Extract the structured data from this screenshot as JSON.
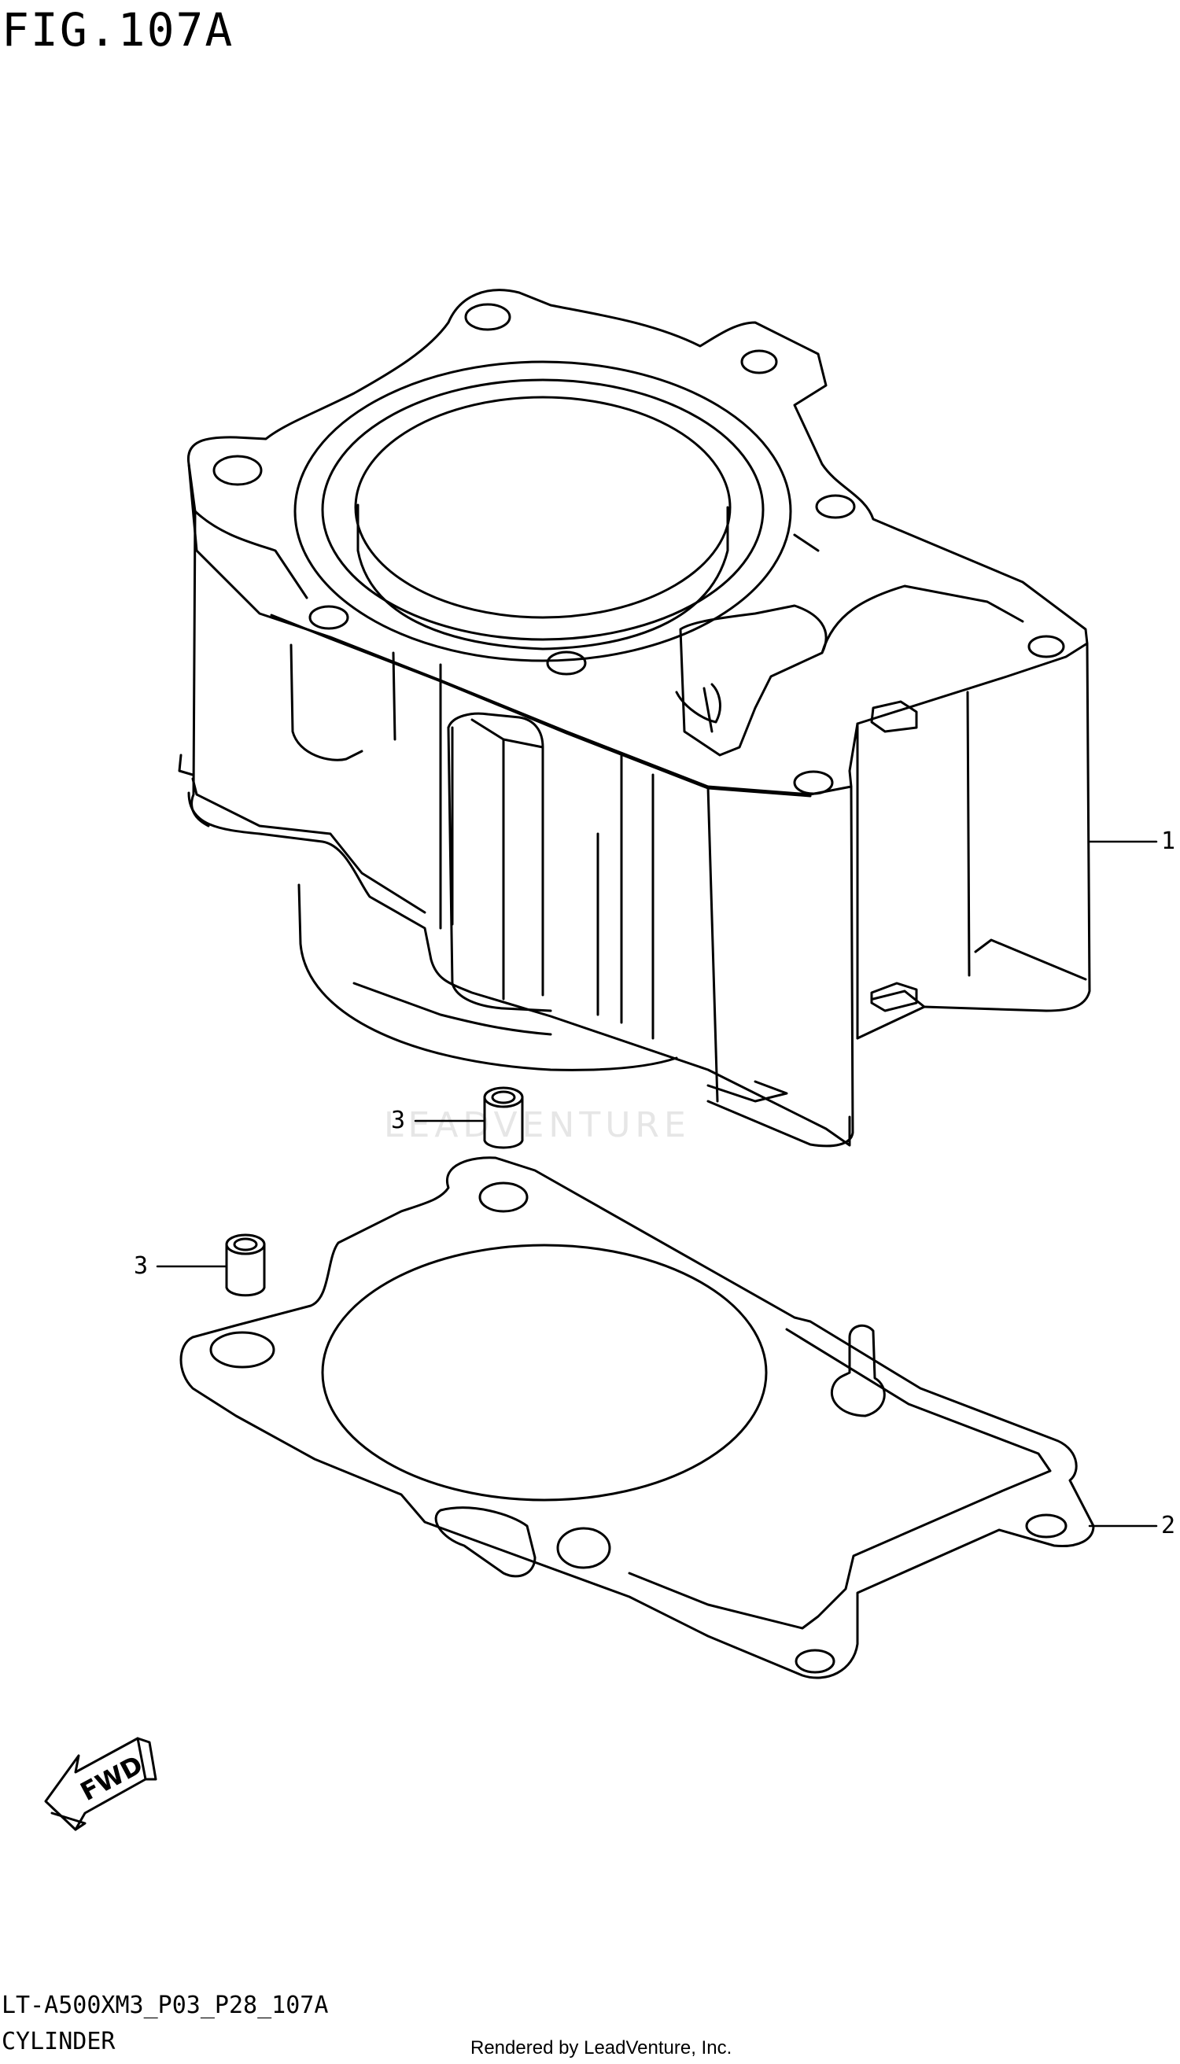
{
  "figure": {
    "title": "FIG.107A",
    "model_code": "LT-A500XM3_P03_P28_107A",
    "assembly_name": "CYLINDER",
    "rendered_by": "Rendered by LeadVenture, Inc.",
    "watermark": "LEADVENTURE"
  },
  "callouts": [
    {
      "number": "1",
      "part": "cylinder-block"
    },
    {
      "number": "2",
      "part": "cylinder-gasket"
    },
    {
      "number": "3",
      "part": "dowel-pin-upper"
    },
    {
      "number": "3",
      "part": "dowel-pin-lower"
    }
  ],
  "direction_marker": {
    "label": "FWD",
    "icon": "forward-arrow-icon"
  },
  "colors": {
    "line": "#000000",
    "background": "#ffffff",
    "watermark": "#e6e6e6"
  }
}
